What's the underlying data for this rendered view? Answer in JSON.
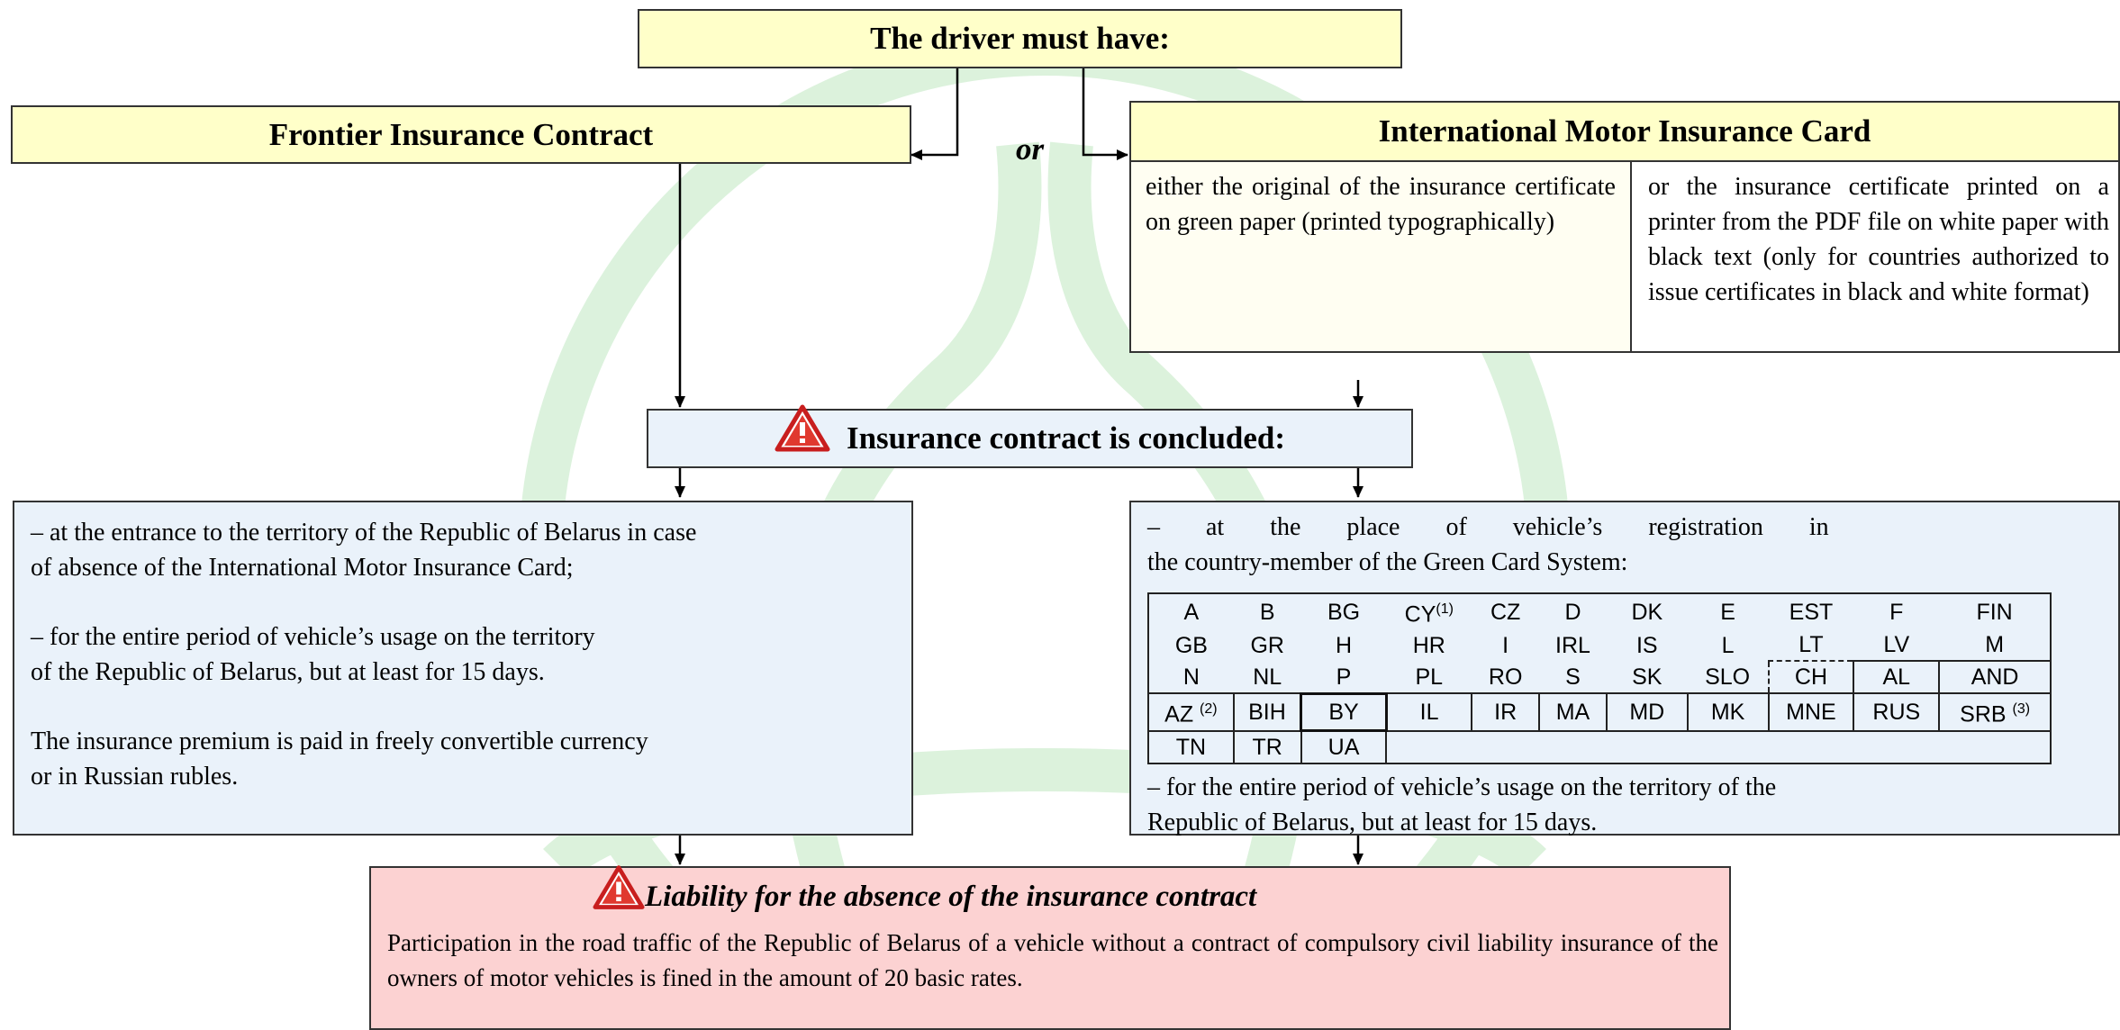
{
  "top": {
    "title": "The driver must have:"
  },
  "or_label": "or",
  "left_header": {
    "title": "Frontier Insurance Contract"
  },
  "right_header": {
    "title": "International Motor Insurance Card",
    "col1": "either the original of the insurance certificate on green paper (printed typographically)",
    "col2": "or the insurance certificate printed on a printer from the PDF file on white paper with black text (only for countries authorized to issue certificates in black and white format)"
  },
  "concluded": {
    "title": "Insurance contract is concluded:"
  },
  "left_box": {
    "p1a": "– at the entrance to the territory of the Republic of Belarus in case",
    "p1b": "of absence of the International Motor Insurance Card;",
    "p2a": "– for the entire period of vehicle’s usage on the territory",
    "p2b": "of the Republic of Belarus, but at least for 15 days.",
    "p3a": "The insurance premium is paid in freely convertible currency",
    "p3b": "or in Russian rubles."
  },
  "right_box": {
    "intro_a": "– at the place of vehicle’s registration in",
    "intro_b": "the country-member of the Green Card System:",
    "rows": [
      [
        "A",
        "B",
        "BG",
        "CY",
        "CZ",
        "D",
        "DK",
        "E",
        "EST",
        "F",
        "FIN"
      ],
      [
        "GB",
        "GR",
        "H",
        "HR",
        "I",
        "IRL",
        "IS",
        "L",
        "LT",
        "LV",
        "M"
      ],
      [
        "N",
        "NL",
        "P",
        "PL",
        "RO",
        "S",
        "SK",
        "SLO",
        "CH",
        "AL",
        "AND"
      ],
      [
        "AZ",
        "BIH",
        "BY",
        "IL",
        "IR",
        "MA",
        "MD",
        "MK",
        "MNE",
        "RUS",
        "SRB"
      ],
      [
        "TN",
        "TR",
        "UA"
      ]
    ],
    "notes": {
      "cy": "(1)",
      "az": "(2)",
      "srb": "(3)"
    },
    "outro_a": "– for the entire period of vehicle’s usage on the territory of the",
    "outro_b": "Republic of Belarus, but at least for 15 days."
  },
  "liability": {
    "title": "Liability for the absence of the insurance contract",
    "text": "Participation in the road traffic of the Republic of Belarus of a vehicle without a contract of compulsory civil liability insurance of the owners of motor vehicles is fined in the amount of 20 basic rates."
  },
  "colors": {
    "yellow_fill": "#ffffc9",
    "blue_fill": "#eaf2fa",
    "pink_fill": "#fcd2d2",
    "watermark": "#cdeccf",
    "warning_red": "#d42c2c"
  }
}
